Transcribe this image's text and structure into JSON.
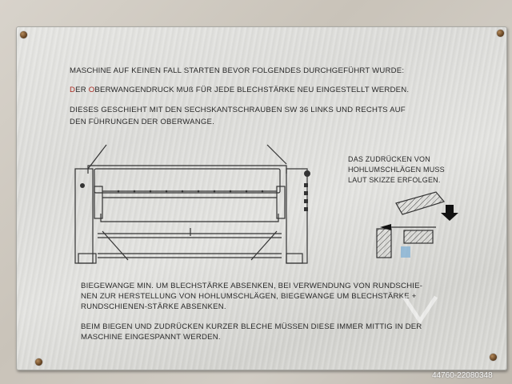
{
  "sign": {
    "line1": "MASCHINE AUF KEINEN FALL STARTEN BEVOR FOLGENDES DURCHGEFÜHRT WURDE:",
    "line2_a": "D",
    "line2_b": "ER ",
    "line2_c": "O",
    "line2_d": "BERWANGENDRUCK MUß FÜR JEDE BLECHSTÄRKE NEU EINGESTELLT WERDEN.",
    "line3": "DIESES GESCHIEHT MIT DEN SECHSKANTSCHRAUBEN SW 36 LINKS UND RECHTS AUF",
    "line4": "DEN FÜHRUNGEN DER OBERWANGE.",
    "inset_text_1": "DAS ZUDRÜCKEN VON",
    "inset_text_2": "HOHLUMSCHLÄGEN MUSS",
    "inset_text_3": "LAUT SKIZZE ERFOLGEN.",
    "bottom_1": "BIEGEWANGE MIN. UM BLECHSTÄRKE ABSENKEN, BEI VERWENDUNG VON RUNDSCHIE-",
    "bottom_2": "NEN ZUR HERSTELLUNG VON HOHLUMSCHLÄGEN, BIEGEWANGE UM BLECHSTÄRKE +",
    "bottom_3": "RUNDSCHIENEN-STÄRKE ABSENKEN.",
    "bottom_4": "BEIM BIEGEN UND ZUDRÜCKEN KURZER BLECHE MÜSSEN DIESE IMMER MITTIG IN DER",
    "bottom_5": "MASCHINE EINGESPANNT WERDEN."
  },
  "watermark": "44760-22080348",
  "colors": {
    "text": "#2a2a2a",
    "red_letters": "#a8291f",
    "plate": "#e0e0dd"
  }
}
